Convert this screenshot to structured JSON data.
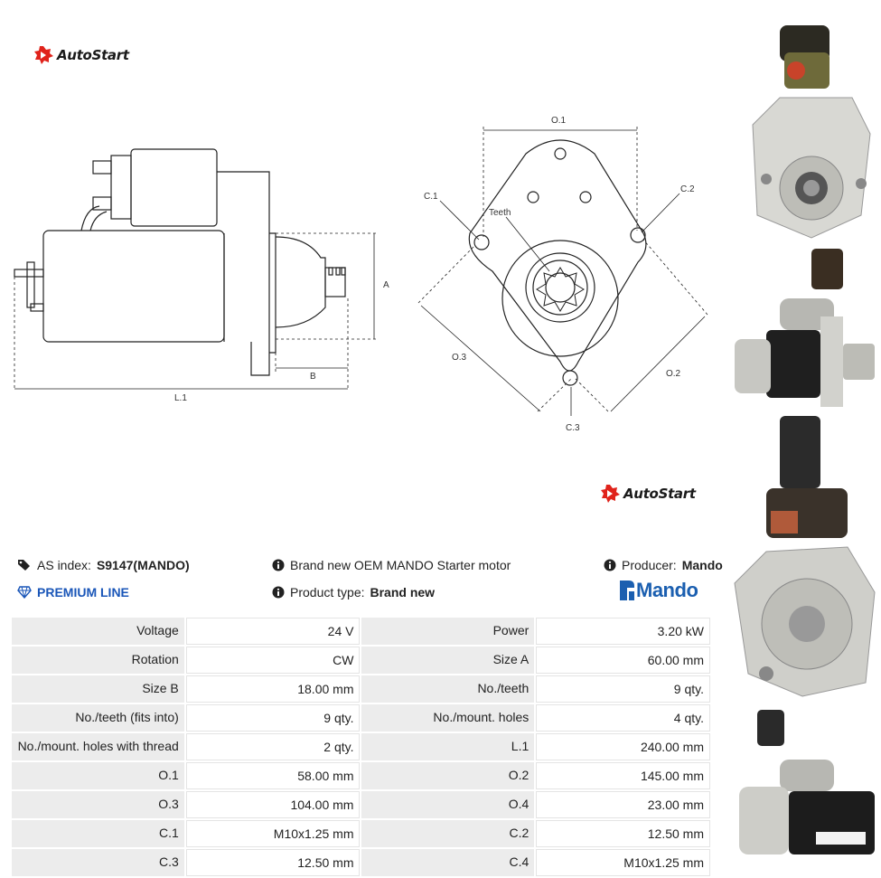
{
  "brand": {
    "name": "AutoStart"
  },
  "drawing": {
    "labels": {
      "A": "A",
      "B": "B",
      "L1": "L.1",
      "O1": "O.1",
      "O2": "O.2",
      "O3": "O.3",
      "C1": "C.1",
      "C2": "C.2",
      "C3": "C.3",
      "teeth": "Teeth"
    }
  },
  "info": {
    "as_index_label": "AS index:",
    "as_index_value": "S9147(MANDO)",
    "premium": "PREMIUM LINE",
    "description": "Brand new OEM MANDO Starter motor",
    "product_type_label": "Product type:",
    "product_type_value": "Brand new",
    "producer_label": "Producer:",
    "producer_value": "Mando",
    "producer_logo_text": "Mando"
  },
  "specs": {
    "rows": [
      {
        "l1": "Voltage",
        "v1": "24 V",
        "l2": "Power",
        "v2": "3.20 kW"
      },
      {
        "l1": "Rotation",
        "v1": "CW",
        "l2": "Size A",
        "v2": "60.00 mm"
      },
      {
        "l1": "Size B",
        "v1": "18.00 mm",
        "l2": "No./teeth",
        "v2": "9 qty."
      },
      {
        "l1": "No./teeth (fits into)",
        "v1": "9 qty.",
        "l2": "No./mount. holes",
        "v2": "4 qty."
      },
      {
        "l1": "No./mount. holes with thread",
        "v1": "2 qty.",
        "l2": "L.1",
        "v2": "240.00 mm"
      },
      {
        "l1": "O.1",
        "v1": "58.00 mm",
        "l2": "O.2",
        "v2": "145.00 mm"
      },
      {
        "l1": "O.3",
        "v1": "104.00 mm",
        "l2": "O.4",
        "v2": "23.00 mm"
      },
      {
        "l1": "C.1",
        "v1": "M10x1.25 mm",
        "l2": "C.2",
        "v2": "12.50 mm"
      },
      {
        "l1": "C.3",
        "v1": "12.50 mm",
        "l2": "C.4",
        "v2": "M10x1.25 mm"
      }
    ]
  },
  "icons": [
    "tags-icon",
    "diamond-icon",
    "info-icon",
    "autostart-logo-icon",
    "mando-logo-icon"
  ],
  "colors": {
    "premium": "#1a56b8",
    "mando": "#1b5fb0",
    "logo_red": "#e0231b",
    "label_bg": "#ececec"
  }
}
